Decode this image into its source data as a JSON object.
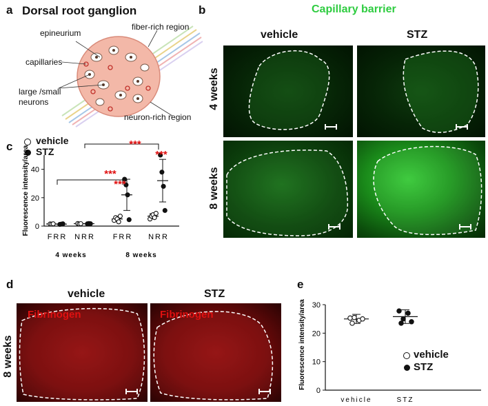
{
  "panel_a": {
    "letter": "a",
    "title": "Dorsal root ganglion",
    "labels": {
      "epineurium": "epineurium",
      "fiber": "fiber-rich region",
      "capillaries": "capillaries",
      "neurons": "large /small\nneurons",
      "neuron_region": "neuron-rich region"
    }
  },
  "panel_b": {
    "letter": "b",
    "title": "Capillary barrier",
    "title_color": "#2ecc40",
    "col_vehicle": "vehicle",
    "col_stz": "STZ",
    "row_4w": "4 weeks",
    "row_8w": "8 weeks"
  },
  "panel_c": {
    "letter": "c",
    "legend_vehicle": "vehicle",
    "legend_stz": "STZ",
    "sig": "***",
    "sig_color": "#e01010"
  },
  "panel_d": {
    "letter": "d",
    "col_vehicle": "vehicle",
    "col_stz": "STZ",
    "row_8w": "8 weeks",
    "stain": "Fibrinogen"
  },
  "panel_e": {
    "letter": "e",
    "legend_vehicle": "vehicle",
    "legend_stz": "STZ"
  },
  "chart_data": [
    {
      "id": "c",
      "type": "scatter",
      "ylabel": "Fluorescence intensity/area",
      "categories": [
        "FRR",
        "NRR",
        "FRR",
        "NRR"
      ],
      "groups": [
        "4 weeks",
        "8 weeks"
      ],
      "ylim": [
        0,
        50
      ],
      "yticks": [
        0,
        20,
        40
      ],
      "series": [
        {
          "name": "vehicle",
          "marker": "open",
          "points": [
            [
              1.5,
              1.4,
              1.6
            ],
            [
              1.8,
              1.5,
              1.7
            ],
            [
              4,
              6,
              5,
              3,
              7
            ],
            [
              5,
              7,
              8,
              6,
              9
            ]
          ],
          "mean": [
            1.5,
            1.7,
            5,
            7
          ],
          "sd": [
            0.3,
            0.3,
            1.5,
            1.8
          ]
        },
        {
          "name": "STZ",
          "marker": "filled",
          "points": [
            [
              1.2,
              1.4,
              1.6
            ],
            [
              1.6,
              1.8,
              1.7
            ],
            [
              33,
              29,
              22,
              4.5
            ],
            [
              50,
              38,
              28,
              11
            ]
          ],
          "mean": [
            1.4,
            1.7,
            22,
            32
          ],
          "sd": [
            0.3,
            0.3,
            11,
            15
          ]
        }
      ],
      "significance": [
        "***",
        "***",
        "***",
        "***"
      ]
    },
    {
      "id": "e",
      "type": "scatter",
      "ylabel": "Fluorescence intensity/area",
      "categories": [
        "vehicle",
        "STZ"
      ],
      "ylim": [
        0,
        30
      ],
      "yticks": [
        0,
        10,
        20,
        30
      ],
      "series": [
        {
          "name": "vehicle",
          "marker": "open",
          "points": [
            25.3,
            24.5,
            25.5,
            25.0,
            23.5
          ],
          "mean": 25.0,
          "sd": 1.6
        },
        {
          "name": "STZ",
          "marker": "filled",
          "points": [
            27.8,
            27.0,
            25.0,
            24.0,
            23.5
          ],
          "mean": 25.8,
          "sd": 2.4
        }
      ]
    }
  ]
}
